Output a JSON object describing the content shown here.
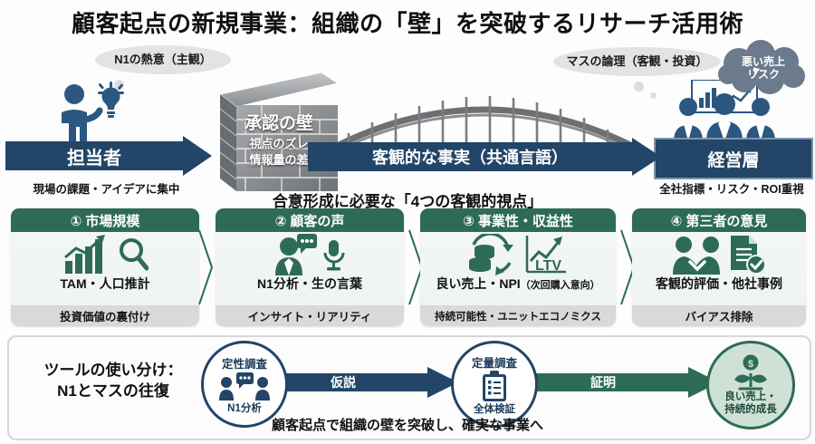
{
  "title": "顧客起点の新規事業：組織の「壁」を突破するリサーチ活用術",
  "colors": {
    "navy": "#224568",
    "green": "#2e6b55",
    "gray_strip": "#d9d9d9",
    "cloud": "#6b7a8c",
    "bubble": "#e2e3e4"
  },
  "top": {
    "left_bubble": "N1の熱意（主観）",
    "right_bubble": "マスの論理（客観・投資）",
    "risk_cloud": "悪い売上\nリスク",
    "risk_cloud_line1": "悪い売上",
    "risk_cloud_line2": "リスク",
    "left_role": "担当者",
    "left_role_caption": "現場の課題・アイデアに集中",
    "right_role": "経営層",
    "right_role_caption": "全社指標・リスク・ROI重視",
    "wall_title": "承認の壁",
    "wall_line1": "視点のズレ",
    "wall_line2": "情報量の差",
    "bridge_label": "客観的な事実（共通言語）"
  },
  "section_heading": "合意形成に必要な「4つの客観的視点」",
  "cards": [
    {
      "header": "① 市場規模",
      "main": "TAM・人口推計",
      "footer": "投資価値の裏付け",
      "icons": [
        "bar-chart-growth-icon",
        "magnifier-icon"
      ]
    },
    {
      "header": "② 顧客の声",
      "main": "N1分析・生の言葉",
      "footer": "インサイト・リアリティ",
      "icons": [
        "person-speech-icon",
        "microphone-icon"
      ]
    },
    {
      "header": "③ 事業性・収益性",
      "main": "良い売上・NPI",
      "main_small": "（次回購入意向）",
      "footer": "持続可能性・ユニットエコノミクス",
      "icons": [
        "coins-recycle-icon",
        "ltv-chart-icon"
      ],
      "chart_label": "LTV"
    },
    {
      "header": "④ 第三者の意見",
      "main": "客観的評価・他社事例",
      "footer": "バイアス排除",
      "icons": [
        "handshake-icon",
        "document-check-icon"
      ]
    }
  ],
  "bottom": {
    "tool_title_line1": "ツールの使い分け：",
    "tool_title_line2": "N1とマスの往復",
    "node1_top": "定性調査",
    "node1_bottom": "N1分析",
    "node2_top": "定量調査",
    "node2_bottom": "全体検証",
    "node3_line1": "良い売上・",
    "node3_line2": "持続的成長",
    "arrow1_label": "仮説",
    "arrow2_label": "証明",
    "caption": "顧客起点で組織の壁を突破し、確実な事業へ"
  }
}
